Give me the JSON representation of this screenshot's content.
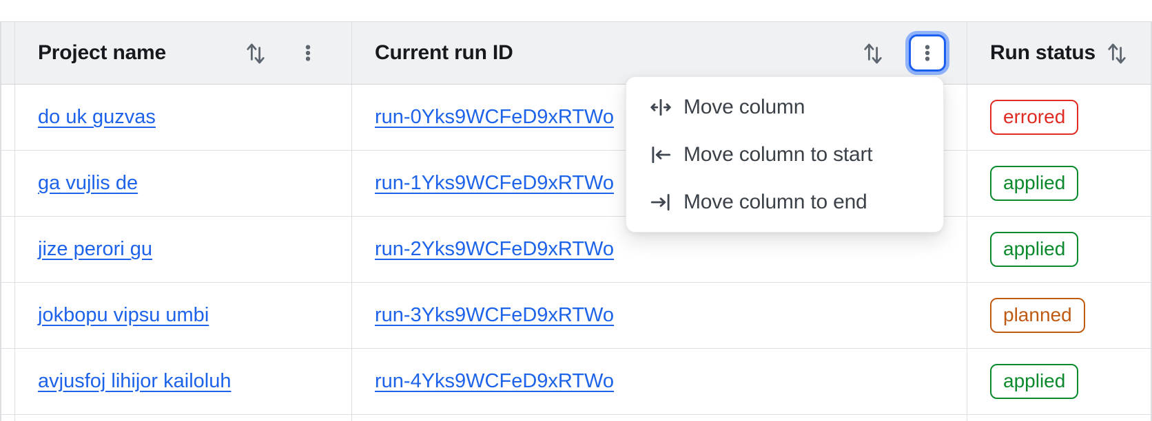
{
  "table": {
    "columns": [
      {
        "label": "Project name",
        "controls": [
          "sort-icon",
          "kebab-icon"
        ]
      },
      {
        "label": "Current run ID",
        "controls": [
          "sort-icon",
          "kebab-icon"
        ],
        "kebab_focused": true
      },
      {
        "label": "Run status",
        "controls": [
          "sort-icon"
        ]
      }
    ],
    "rows": [
      {
        "project": "do uk guzvas",
        "run_id": "run-0Yks9WCFeD9xRTWo",
        "status": "errored"
      },
      {
        "project": "ga vujlis de",
        "run_id": "run-1Yks9WCFeD9xRTWo",
        "status": "applied"
      },
      {
        "project": "jize perori gu",
        "run_id": "run-2Yks9WCFeD9xRTWo",
        "status": "applied"
      },
      {
        "project": "jokbopu vipsu umbi",
        "run_id": "run-3Yks9WCFeD9xRTWo",
        "status": "planned"
      },
      {
        "project": "avjusfoj lihijor kailoluh",
        "run_id": "run-4Yks9WCFeD9xRTWo",
        "status": "applied"
      }
    ]
  },
  "menu": {
    "items": [
      {
        "label": "Move column",
        "icon": "move-column-icon"
      },
      {
        "label": "Move column to start",
        "icon": "move-column-to-start-icon"
      },
      {
        "label": "Move column to end",
        "icon": "move-column-to-end-icon"
      }
    ]
  },
  "colors": {
    "link_blue": "#1d63ea",
    "status_errored": "#df2b21",
    "status_applied": "#0b8a2d",
    "status_planned": "#bf5a13",
    "focus_ring_blue": "#1b5ff2",
    "focus_halo_blue": "#8fb2f9",
    "header_bg": "#f0f1f3",
    "border_gray": "#dcdee1",
    "border_strong": "#d2d4d8",
    "icon_gray": "#5d656e",
    "menu_icon": "#3f4650",
    "text_dark": "#16191d",
    "menu_text": "#3b4148"
  }
}
